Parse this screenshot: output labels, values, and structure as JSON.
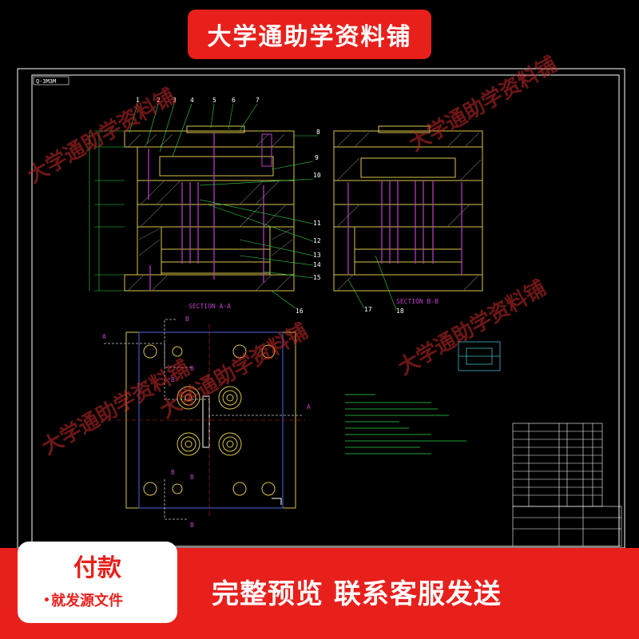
{
  "banner": {
    "title": "大学通助学资料铺"
  },
  "watermark": {
    "text": "大学通助学资料铺"
  },
  "drawing": {
    "title_block_code": "Q-3M3M",
    "section_a_label": "SECTION A-A",
    "section_b_label": "SECTION B-B",
    "part_numbers": [
      "1",
      "2",
      "3",
      "4",
      "5",
      "6",
      "7",
      "8",
      "9",
      "10",
      "11",
      "12",
      "13",
      "14",
      "15",
      "16",
      "17",
      "18"
    ],
    "section_marks": [
      "A",
      "A",
      "B",
      "B",
      "B",
      "B",
      "B",
      "B"
    ]
  },
  "payment": {
    "title": "付款",
    "subtitle": "就发源文件"
  },
  "cta": {
    "text": "完整预览  联系客服发送"
  },
  "colors": {
    "brand_red": "#e8201c",
    "cad_background": "#000000",
    "cad_yellow": "#d8c44a",
    "cad_green": "#2bd64c",
    "cad_cyan": "#3fb8c8",
    "cad_magenta": "#c040c8",
    "cad_blue": "#4a6ad8"
  }
}
